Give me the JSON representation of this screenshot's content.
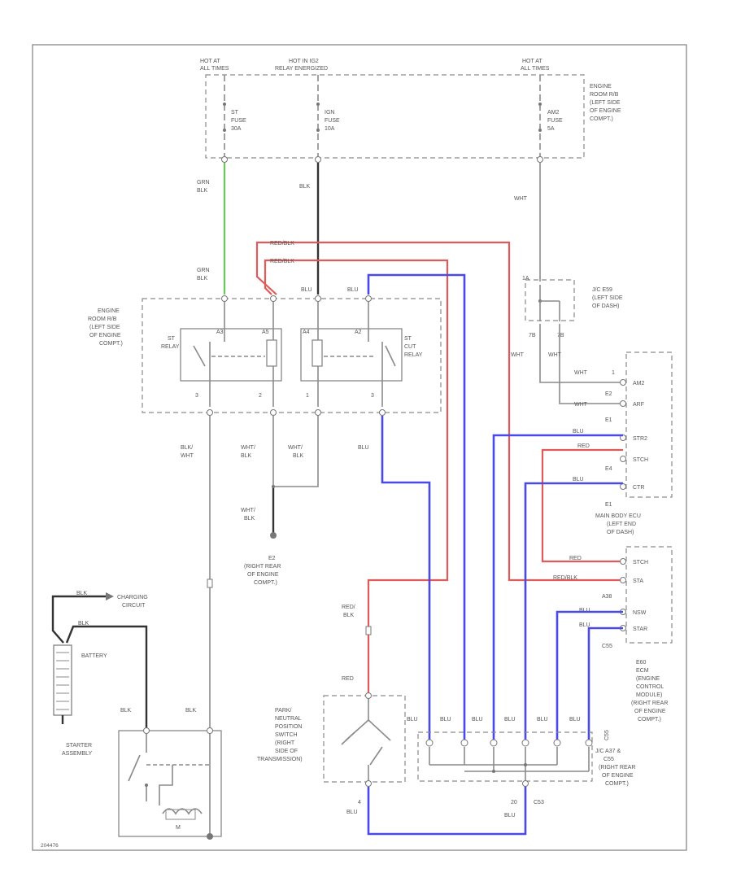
{
  "fuse_panel": {
    "hot1": "HOT AT",
    "hot1b": "ALL TIMES",
    "hot2": "HOT IN IG2",
    "hot2b": "RELAY ENERGIZED",
    "hot3": "HOT AT",
    "hot3b": "ALL TIMES",
    "f1a": "ST",
    "f1b": "FUSE",
    "f1c": "30A",
    "f2a": "IGN",
    "f2b": "FUSE",
    "f2c": "10A",
    "f3a": "AM2",
    "f3b": "FUSE",
    "f3c": "5A",
    "loc1": "ENGINE",
    "loc2": "ROOM R/B",
    "loc3": "(LEFT SIDE",
    "loc4": "OF ENGINE",
    "loc5": "COMPT.)"
  },
  "wires": {
    "grn_blk": "GRN",
    "grn_blk2": "BLK",
    "blk": "BLK",
    "wht": "WHT",
    "red_blk": "RED/BLK",
    "red_blk2": "RED/BLK",
    "grn_blk3": "GRN",
    "grn_blk4": "BLK",
    "blu1": "BLU",
    "blu2": "BLU",
    "blk_wht": "BLK/",
    "blk_wht2": "WHT",
    "wht_blk": "WHT/",
    "wht_blk2": "BLK",
    "wht_blk3": "WHT/",
    "wht_blk4": "BLK",
    "blu3": "BLU",
    "wht_blk5": "WHT/",
    "wht_blk6": "BLK",
    "red_blk3": "RED/",
    "red_blk4": "BLK",
    "red": "RED",
    "blu4": "BLU",
    "blu5": "BLU",
    "blk_a": "BLK",
    "blk_b": "BLK",
    "blk_c": "BLK",
    "blk_d": "BLK",
    "wht_a": "WHT",
    "wht_b": "WHT",
    "wht_c": "WHT",
    "wht_d": "WHT"
  },
  "relay_box": {
    "loc1": "ENGINE",
    "loc2": "ROOM R/B",
    "loc3": "(LEFT SIDE",
    "loc4": "OF ENGINE",
    "loc5": "COMPT.)",
    "st_relay1": "ST",
    "st_relay2": "RELAY",
    "cut_relay1": "ST",
    "cut_relay2": "CUT",
    "cut_relay3": "RELAY",
    "p1": "3",
    "p2": "2",
    "p3": "1",
    "p4": "3",
    "t1": "A3",
    "t2": "A5",
    "t3": "A4",
    "t4": "A2"
  },
  "ground": {
    "id": "E2",
    "l1": "(RIGHT REAR",
    "l2": "OF ENGINE",
    "l3": "COMPT.)"
  },
  "jc": {
    "id": "J/C E59",
    "l1": "(LEFT SIDE",
    "l2": "OF DASH)",
    "p1": "7B",
    "p2": "7B",
    "a": "1A"
  },
  "ecu": {
    "t1": "AM2",
    "t2": "ARF",
    "t3": "STR2",
    "t4": "STCH",
    "t5": "CTR",
    "p1": "1",
    "p2": "E2",
    "p3": "E1",
    "p4": "E4",
    "p5": "E1",
    "name1": "MAIN BODY ECU",
    "name2": "(LEFT END",
    "name3": "OF DASH)",
    "t6": "STCH",
    "t7": "STA",
    "t8": "NSW",
    "t9": "STAR",
    "c1": "A38",
    "c2": "C55",
    "c3": "E60",
    "ecm1": "ECM",
    "ecm2": "(ENGINE",
    "ecm3": "CONTROL",
    "ecm4": "MODULE)",
    "ecm5": "(RIGHT REAR",
    "ecm6": "OF ENGINE",
    "ecm7": "COMPT.)",
    "w1": "RED",
    "w2": "RED",
    "w3": "BLU",
    "w4": "BLU",
    "w5": "RED",
    "w6": "RED/BLK",
    "w7": "BLU",
    "w8": "BLU"
  },
  "battery": {
    "label": "BATTERY",
    "charging1": "CHARGING",
    "charging2": "CIRCUIT",
    "w1": "BLK",
    "w2": "BLK"
  },
  "starter": {
    "label1": "STARTER",
    "label2": "ASSEMBLY",
    "m": "M",
    "w1": "BLK",
    "w2": "BLK"
  },
  "pnp": {
    "l1": "PARK/",
    "l2": "NEUTRAL",
    "l3": "POSITION",
    "l4": "SWITCH",
    "l5": "(RIGHT",
    "l6": "SIDE OF",
    "l7": "TRANSMISSION)",
    "p1": "4",
    "p2": "20",
    "conn": "C53",
    "w_out": "BLU",
    "w_out2": "BLU"
  },
  "jc_bottom": {
    "l1": "J/C A37 &",
    "l2": "C55",
    "l3": "(RIGHT REAR",
    "l4": "OF ENGINE",
    "l5": "COMPT.)",
    "conn": "C55",
    "w1": "BLU",
    "w2": "BLU",
    "w3": "BLU",
    "w4": "BLU",
    "w5": "BLU",
    "w6": "BLU"
  },
  "footer_id": "204476"
}
